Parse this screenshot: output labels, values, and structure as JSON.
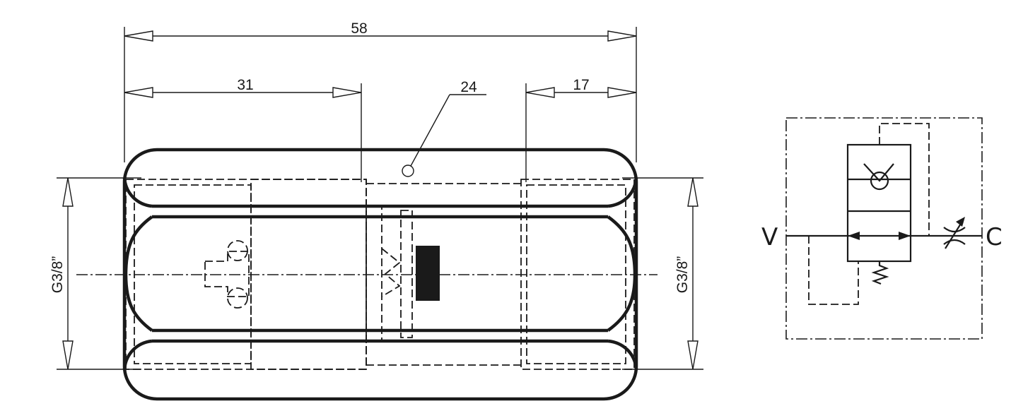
{
  "dimensions": {
    "overall_length": "58",
    "left_port_depth": "31",
    "right_port_depth": "17",
    "leader_callout": "24",
    "left_thread": "G3/8”",
    "right_thread": "G3/8”"
  },
  "schematic": {
    "port_left": "V",
    "port_right": "C"
  }
}
